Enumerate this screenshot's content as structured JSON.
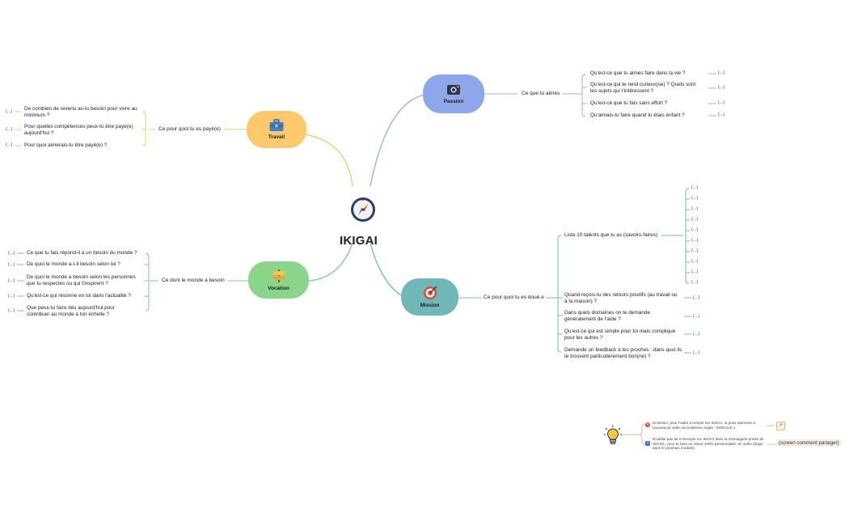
{
  "center": {
    "title": "IKIGAI",
    "icon": "compass-icon"
  },
  "colors": {
    "passion": "#8ea6ea",
    "travail": "#fcca6c",
    "vocation": "#8ad58a",
    "mission": "#6fb8b7",
    "passion_line": "#9ab0ee",
    "travail_line": "#f7c86a",
    "vocation_line": "#7fcf86",
    "mission_line": "#6fbdb6"
  },
  "passion": {
    "label": "Passion",
    "icon": "camera-icon",
    "branch": "Ce que tu aimes",
    "items": [
      {
        "text": "Qu'est-ce que tu aimes faire dans la vie ?",
        "answer": "(...)"
      },
      {
        "text": "Qu'est-ce qui te rend curieux(se) ? Quels sont les sujets qui t'intéressent ?",
        "answer": "(...)"
      },
      {
        "text": "Qu'est-ce que tu fais sans effort ?",
        "answer": "(...)"
      },
      {
        "text": "Qu'aimais-tu faire quand tu étais enfant ?",
        "answer": "(...)"
      }
    ]
  },
  "travail": {
    "label": "Travail",
    "icon": "briefcase-icon",
    "branch": "Ce pour quoi tu es payé(e)",
    "items": [
      {
        "text": "De combien de revenu as-tu besoin pour vivre au minimum ?",
        "answer": "(...)"
      },
      {
        "text": "Pour quelles compétences peux-tu être payé(e) aujourd'hui ?",
        "answer": "(...)"
      },
      {
        "text": "Pour quoi aimerais-tu être payé(e) ?",
        "answer": "(...)"
      }
    ]
  },
  "vocation": {
    "label": "Vocation",
    "icon": "signpost-icon",
    "branch": "Ce dont le monde a besoin",
    "items": [
      {
        "text": "Ce que tu fais répond-il à un besoin du monde ?",
        "answer": "(...)"
      },
      {
        "text": "De quoi le monde a-t-il besoin selon toi ?",
        "answer": "(...)"
      },
      {
        "text": "De quoi le monde a besoin selon les personnes que tu respectes ou qui t'inspirent ?",
        "answer": "(...)"
      },
      {
        "text": "Qu'est-ce qui résonne en toi dans l'actualité ?",
        "answer": "(...)"
      },
      {
        "text": "Que peux-tu faire dès aujourd'hui pour contribuer au monde à ton échelle ?",
        "answer": "(...)"
      }
    ]
  },
  "mission": {
    "label": "Mission",
    "icon": "target-icon",
    "branch": "Ce pour quoi tu es doué.e",
    "talents": {
      "text": "Liste 10 talents que tu as (savoirs-faires)",
      "answers": [
        "(...)",
        "(...)",
        "(...)",
        "(...)",
        "(...)",
        "(...)",
        "(...)",
        "(...)",
        "(...)",
        "(...)"
      ]
    },
    "items": [
      {
        "text": "Quand reçois-tu des retours positifs (au travail ou à la maison) ?",
        "answer": "(...)"
      },
      {
        "text": "Dans quels domaines on te demande généralement de l'aide ?",
        "answer": "(...)"
      },
      {
        "text": "Qu'est-ce qui est simple pour toi mais compliqué pour les autres ?",
        "answer": "(...)"
      },
      {
        "text": "Demande un feedback à tes proches : dans quoi ils te trouvent particulièrement bon(ne) ?",
        "answer": "(...)"
      }
    ]
  },
  "tips": {
    "icon": "lightbulb-icon",
    "notes": [
      {
        "text": "Si besoin, pour t'aider à remplir ton IKIGAI, tu peux visionner à nouveau la vidéo du troisième onglet - MODULE 1",
        "marker": "red-x-icon",
        "link_icon": "external-link-icon"
      },
      {
        "text": "N'oublie pas de m'envoyer ton IKIGAI dans la messagerie privée de SKOOL, pour te faire un retour 100% personnalisé, en vidéo (dispo dans le prochain module).",
        "marker": "blue-info-icon",
        "tag": "(screen comment partager)"
      }
    ]
  }
}
